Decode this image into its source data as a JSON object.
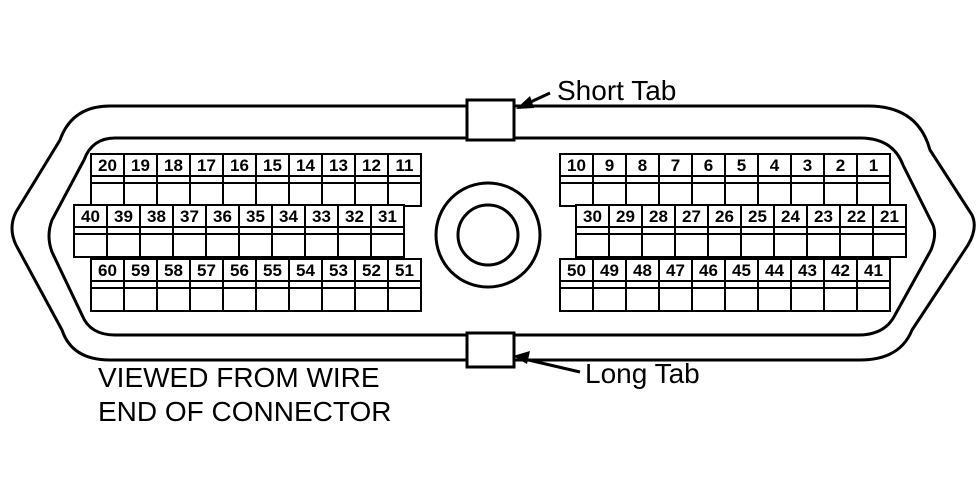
{
  "callouts": {
    "short_tab": "Short Tab",
    "long_tab": "Long Tab"
  },
  "caption": {
    "line1": "VIEWED FROM WIRE",
    "line2": "END OF CONNECTOR"
  },
  "pins": {
    "top_left": [
      "20",
      "19",
      "18",
      "17",
      "16",
      "15",
      "14",
      "13",
      "12",
      "11"
    ],
    "top_right": [
      "10",
      "9",
      "8",
      "7",
      "6",
      "5",
      "4",
      "3",
      "2",
      "1"
    ],
    "middle_left": [
      "40",
      "39",
      "38",
      "37",
      "36",
      "35",
      "34",
      "33",
      "32",
      "31"
    ],
    "middle_right": [
      "30",
      "29",
      "28",
      "27",
      "26",
      "25",
      "24",
      "23",
      "22",
      "21"
    ],
    "bottom_left": [
      "60",
      "59",
      "58",
      "57",
      "56",
      "55",
      "54",
      "53",
      "52",
      "51"
    ],
    "bottom_right": [
      "50",
      "49",
      "48",
      "47",
      "46",
      "45",
      "44",
      "43",
      "42",
      "41"
    ]
  },
  "colors": {
    "ink": "#000000",
    "paper": "#ffffff"
  }
}
